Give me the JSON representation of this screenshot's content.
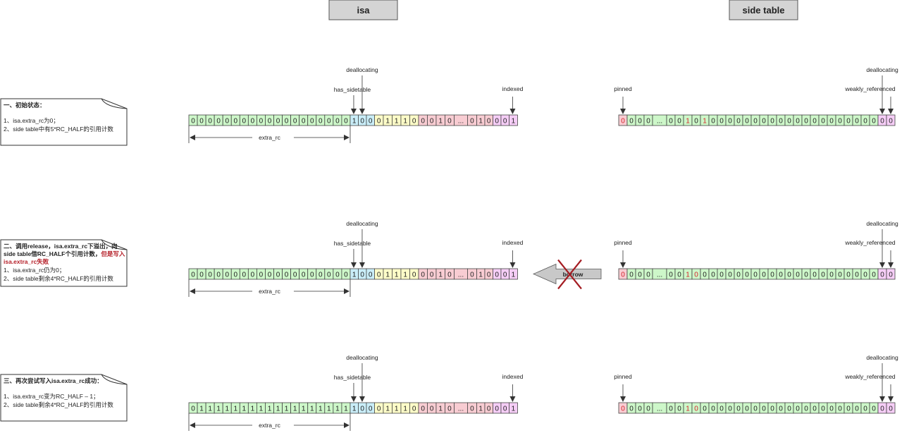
{
  "headers": {
    "isa": "isa",
    "side_table": "side table"
  },
  "colors": {
    "green": "#cdf7c9",
    "blue": "#c9edf8",
    "yellow": "#fdfcc8",
    "pink": "#f8ccd2",
    "purple": "#f5cdf6",
    "red_bit": "#d4232b",
    "highlight_text": "#b51f28",
    "header_fill": "#d4d4d4",
    "cross": "#a41d23"
  },
  "labels": {
    "deallocating": "deallocating",
    "has_sidetable": "has_sidetable",
    "indexed": "indexed",
    "pinned": "pinned",
    "weakly_referenced": "weakly_referenced",
    "extra_rc": "extra_rc",
    "borrow": "borrow",
    "ellipsis": "..."
  },
  "sections": [
    {
      "note": {
        "title": "一、初始状态：",
        "title_tail": "",
        "highlight": "",
        "lines": [
          "1、isa.extra_rc为0；",
          "2、side table中有5*RC_HALF的引用计数"
        ]
      },
      "isa_extra_rc": [
        "0",
        "0",
        "0",
        "0",
        "0",
        "0",
        "0",
        "0",
        "0",
        "0",
        "0",
        "0",
        "0",
        "0",
        "0",
        "0",
        "0",
        "0",
        "0"
      ],
      "side_table_bits": [
        "0",
        "0",
        "0",
        "0",
        "...",
        "0",
        "0",
        "1",
        "0",
        "1",
        "0",
        "0",
        "0",
        "0",
        "0",
        "0",
        "0",
        "0",
        "0",
        "0",
        "0",
        "0",
        "0",
        "0",
        "0",
        "0",
        "0",
        "0",
        "0",
        "0",
        "0",
        "0"
      ],
      "borrow_failed": false
    },
    {
      "note": {
        "title": "二、调用release，isa.extra_rc下溢出，向",
        "title_tail": "side table借RC_HALF个引用计数，",
        "highlight": "但是写入isa.extra_rc失败",
        "lines": [
          "1、isa.extra_rc仍为0；",
          "2、side table剩余4*RC_HALF的引用计数"
        ]
      },
      "isa_extra_rc": [
        "0",
        "0",
        "0",
        "0",
        "0",
        "0",
        "0",
        "0",
        "0",
        "0",
        "0",
        "0",
        "0",
        "0",
        "0",
        "0",
        "0",
        "0",
        "0"
      ],
      "side_table_bits": [
        "0",
        "0",
        "0",
        "0",
        "...",
        "0",
        "0",
        "1",
        "0",
        "0",
        "0",
        "0",
        "0",
        "0",
        "0",
        "0",
        "0",
        "0",
        "0",
        "0",
        "0",
        "0",
        "0",
        "0",
        "0",
        "0",
        "0",
        "0",
        "0",
        "0",
        "0",
        "0"
      ],
      "borrow_failed": true
    },
    {
      "note": {
        "title": "三、再次尝试写入isa.extra_rc成功：",
        "title_tail": "",
        "highlight": "",
        "lines": [
          "1、isa.extra_rc变为RC_HALF – 1；",
          "2、side table剩余4*RC_HALF的引用计数"
        ]
      },
      "isa_extra_rc": [
        "0",
        "1",
        "1",
        "1",
        "1",
        "1",
        "1",
        "1",
        "1",
        "1",
        "1",
        "1",
        "1",
        "1",
        "1",
        "1",
        "1",
        "1",
        "1"
      ],
      "side_table_bits": [
        "0",
        "0",
        "0",
        "0",
        "...",
        "0",
        "0",
        "1",
        "0",
        "0",
        "0",
        "0",
        "0",
        "0",
        "0",
        "0",
        "0",
        "0",
        "0",
        "0",
        "0",
        "0",
        "0",
        "0",
        "0",
        "0",
        "0",
        "0",
        "0",
        "0",
        "0",
        "0"
      ],
      "borrow_failed": false
    }
  ],
  "isa_tail": {
    "bits": [
      "1",
      "0",
      "0",
      "0",
      "1",
      "1",
      "1",
      "0",
      "0",
      "0",
      "1",
      "0",
      "...",
      "0",
      "1",
      "0",
      "0",
      "0",
      "1"
    ]
  }
}
